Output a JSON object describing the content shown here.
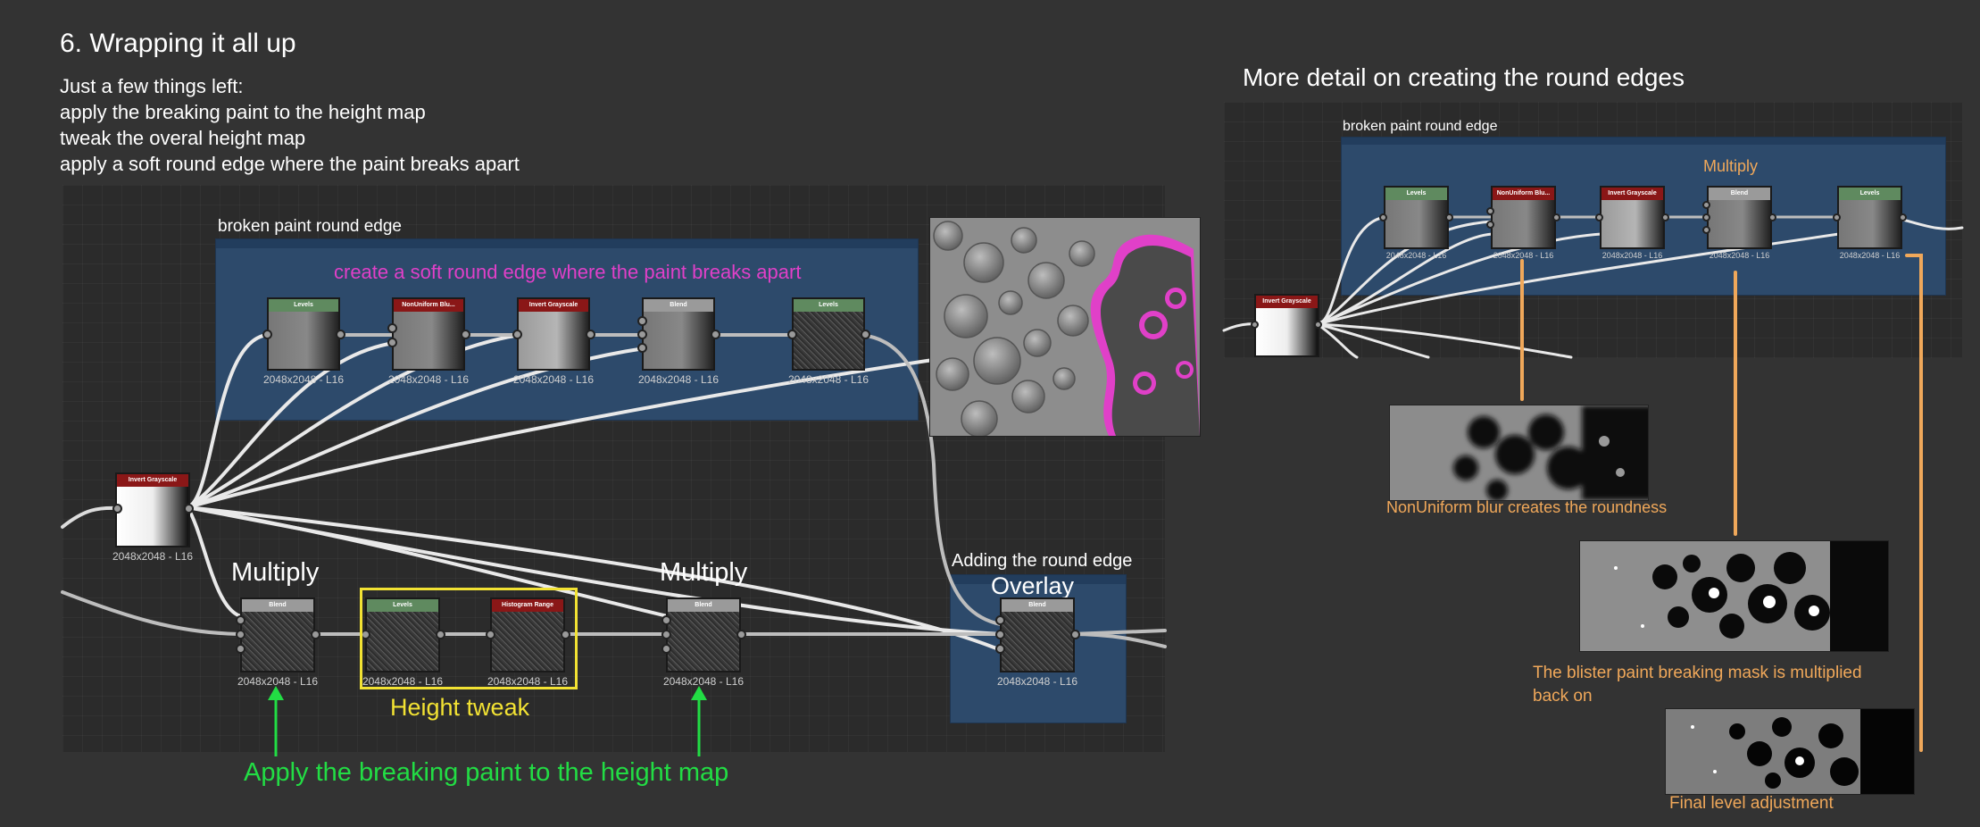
{
  "page": {
    "title": "6. Wrapping it all up",
    "intro": [
      "Just a few things left:",
      "apply the breaking paint to the height map",
      "tweak the overal height map",
      "apply a soft round edge where the paint breaks apart"
    ]
  },
  "main_graph": {
    "frame_label": "broken paint round edge",
    "frame_note": "create a soft round edge where the paint breaks apart",
    "nodes": {
      "levels_1": {
        "title": "Levels",
        "caption": "2048x2048 - L16"
      },
      "nonuniform": {
        "title": "NonUniform Blu...",
        "caption": "2048x2048 - L16"
      },
      "invert_top": {
        "title": "Invert Grayscale",
        "caption": "2048x2048 - L16"
      },
      "blend_top": {
        "title": "Blend",
        "caption": "2048x2048 - L16"
      },
      "levels_2": {
        "title": "Levels",
        "caption": "2048x2048 - L16"
      },
      "invert_src": {
        "title": "Invert Grayscale",
        "caption": "2048x2048 - L16"
      },
      "blend_mult1": {
        "title": "Blend",
        "caption": "2048x2048 - L16"
      },
      "levels_tweak": {
        "title": "Levels",
        "caption": "2048x2048 - L16"
      },
      "histogram": {
        "title": "Histogram Range",
        "caption": "2048x2048 - L16"
      },
      "blend_mult2": {
        "title": "Blend",
        "caption": "2048x2048 - L16"
      },
      "blend_overlay": {
        "title": "Blend",
        "caption": "2048x2048 - L16"
      }
    },
    "multiply_1": "Multiply",
    "multiply_2": "Multiply",
    "height_tweak": "Height tweak",
    "overlay_frame_label": "Adding the round edge",
    "overlay_title": "Overlay",
    "apply_caption": "Apply the breaking paint to the height map"
  },
  "detail": {
    "title": "More detail on creating the round edges",
    "frame_label": "broken paint round edge",
    "multiply": "Multiply",
    "nodes": {
      "invert": {
        "title": "Invert Grayscale"
      },
      "levels_1": {
        "title": "Levels",
        "caption": "2048x2048 - L16"
      },
      "nonuniform": {
        "title": "NonUniform Blu...",
        "caption": "2048x2048 - L16"
      },
      "invert_2": {
        "title": "Invert Grayscale",
        "caption": "2048x2048 - L16"
      },
      "blend": {
        "title": "Blend",
        "caption": "2048x2048 - L16"
      },
      "levels_2": {
        "title": "Levels",
        "caption": "2048x2048 - L16"
      }
    },
    "callouts": {
      "blur": "NonUniform blur creates the roundness",
      "blister_1": "The blister paint breaking mask is multiplied",
      "blister_2": "back on",
      "final": "Final level adjustment"
    }
  },
  "colors": {
    "background": "#333333",
    "frame_blue": "#2d4a6b",
    "magenta": "#e040c8",
    "green": "#22dd44",
    "yellow": "#f2e233",
    "orange": "#f0a85a"
  }
}
